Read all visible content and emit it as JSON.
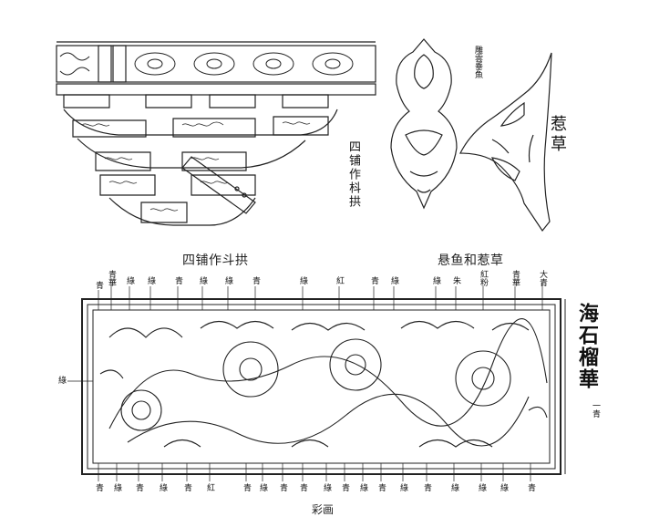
{
  "figures": {
    "bracket": {
      "caption": "四铺作斗拱",
      "vertical_label": "四铺作枓拱"
    },
    "fish": {
      "caption": "悬鱼和惹草",
      "small_label": "雕雲垂魚",
      "big_label": "惹草"
    },
    "panel": {
      "side_label": "海石榴華",
      "side_small": "一青",
      "bottom_partial": "彩画",
      "top_labels": [
        "青",
        "青華",
        "綠",
        "綠",
        "青",
        "綠",
        "綠",
        "青",
        "綠",
        "紅",
        "青",
        "綠",
        "綠",
        "朱",
        "紅粉",
        "青華",
        "大青"
      ],
      "bottom_labels": [
        "青",
        "綠",
        "青",
        "綠",
        "青",
        "紅",
        "青",
        "綠",
        "青",
        "青",
        "綠",
        "青",
        "綠",
        "青",
        "綠",
        "青",
        "綠",
        "綠",
        "綠",
        "青"
      ],
      "left_label": "綠"
    }
  }
}
